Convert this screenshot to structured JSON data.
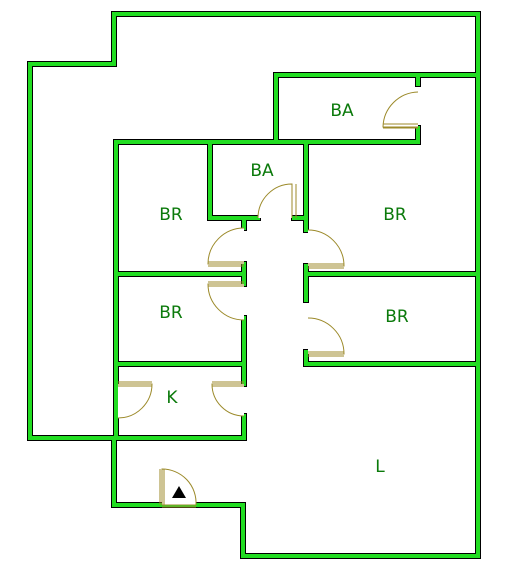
{
  "rooms": {
    "bath_top": "BA",
    "bath_mid": "BA",
    "bed_upper_left": "BR",
    "bed_upper_right": "BR",
    "bed_lower_left": "BR",
    "bed_lower_right": "BR",
    "kitchen": "K",
    "living": "L"
  },
  "colors": {
    "wall": "#22dd22",
    "wall_outline": "#000000",
    "label": "#0b7a0b",
    "door": "#9c8a2a"
  },
  "icons": {
    "entrance": "entrance-arrow-icon"
  }
}
